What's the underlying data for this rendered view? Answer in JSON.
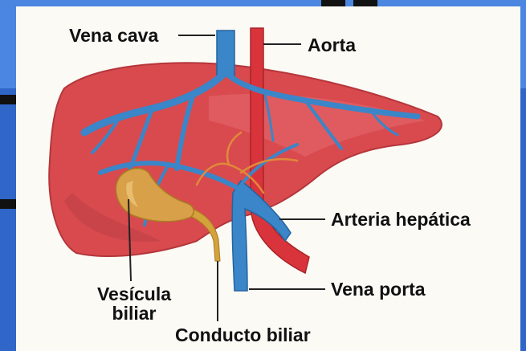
{
  "labels": {
    "vena_cava": "Vena cava",
    "aorta": "Aorta",
    "arteria_hepatica": "Arteria hepática",
    "vesicula_line1": "Vesícula",
    "vesicula_line2": "biliar",
    "vena_porta": "Vena porta",
    "conducto_biliar": "Conducto biliar"
  },
  "colors": {
    "background_blue": "#2f66c8",
    "panel": "#fbfaf5",
    "liver": "#d84a4e",
    "vein": "#3a86c8",
    "artery": "#d9343c",
    "bile": "#d4a23a",
    "gallbladder": "#d8a048"
  }
}
